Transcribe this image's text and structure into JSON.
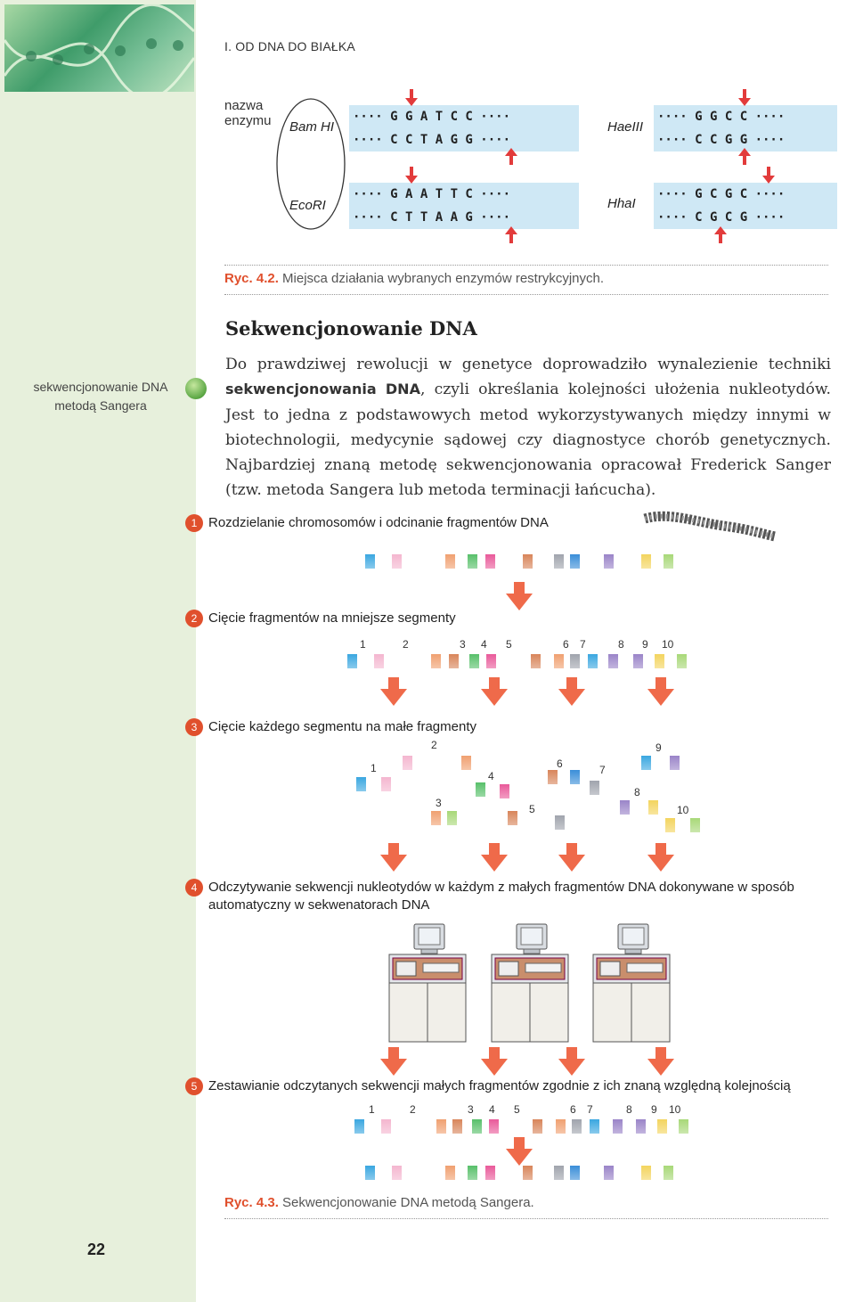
{
  "header": {
    "chapter": "I. OD DNA DO BIAŁKA"
  },
  "enzymes": {
    "label": "nazwa\nenzymu",
    "items": [
      {
        "name": "Bam HI",
        "top": "···· G G A T C C ····",
        "bottom": "···· C C T A G G ····"
      },
      {
        "name": "EcoRI",
        "top": "···· G A A T T C ····",
        "bottom": "···· C T T A A G ····"
      },
      {
        "name": "HaeIII",
        "top": "···· G G C C ····",
        "bottom": "···· C C G G ····"
      },
      {
        "name": "HhaI",
        "top": "···· G C G C ····",
        "bottom": "···· C G C G ····"
      }
    ]
  },
  "fig42": {
    "num": "Ryc. 4.2.",
    "text": "Miejsca działania wybranych enzymów restrykcyjnych."
  },
  "sidebar": {
    "term": "sekwencjonowanie DNA metodą Sangera",
    "page": "22"
  },
  "section": {
    "title": "Sekwencjonowanie DNA",
    "p1": "Do prawdziwej rewolucji w genetyce doprowadziło wynalezienie techniki",
    "p_bold": "sekwencjonowania DNA",
    "p2": ", czyli określania kolejności ułożenia nukleotydów. Jest to jedna z podstawowych metod wykorzystywanych między innymi w biotechnologii, medycynie sądowej czy diagnostyce chorób genetycznych. Najbardziej znaną metodę sekwencjonowania opracował Frederick Sanger (tzw. metoda Sangera lub metoda terminacji łańcucha)."
  },
  "steps": [
    {
      "n": "1",
      "text": "Rozdzielanie chromosomów i odcinanie fragmentów DNA"
    },
    {
      "n": "2",
      "text": "Cięcie fragmentów na mniejsze segmenty"
    },
    {
      "n": "3",
      "text": "Cięcie każdego segmentu na małe fragmenty"
    },
    {
      "n": "4",
      "text": "Odczytywanie sekwencji nukleotydów w każdym z małych fragmentów DNA dokonywane w sposób automatyczny w sekwenatorach DNA"
    },
    {
      "n": "5",
      "text": "Zestawianie odczytanych sekwencji małych fragmentów zgodnie z ich znaną względną kolejnością"
    }
  ],
  "segment_numbers": [
    "1",
    "2",
    "3",
    "4",
    "5",
    "6",
    "7",
    "8",
    "9",
    "10"
  ],
  "fig43": {
    "num": "Ryc. 4.3.",
    "text": "Sekwencjonowanie DNA metodą Sangera."
  },
  "colors": {
    "accent": "#e0502d",
    "seq_bg": "#cfe8f5",
    "sidebar_bg": "#e7f0dc"
  }
}
